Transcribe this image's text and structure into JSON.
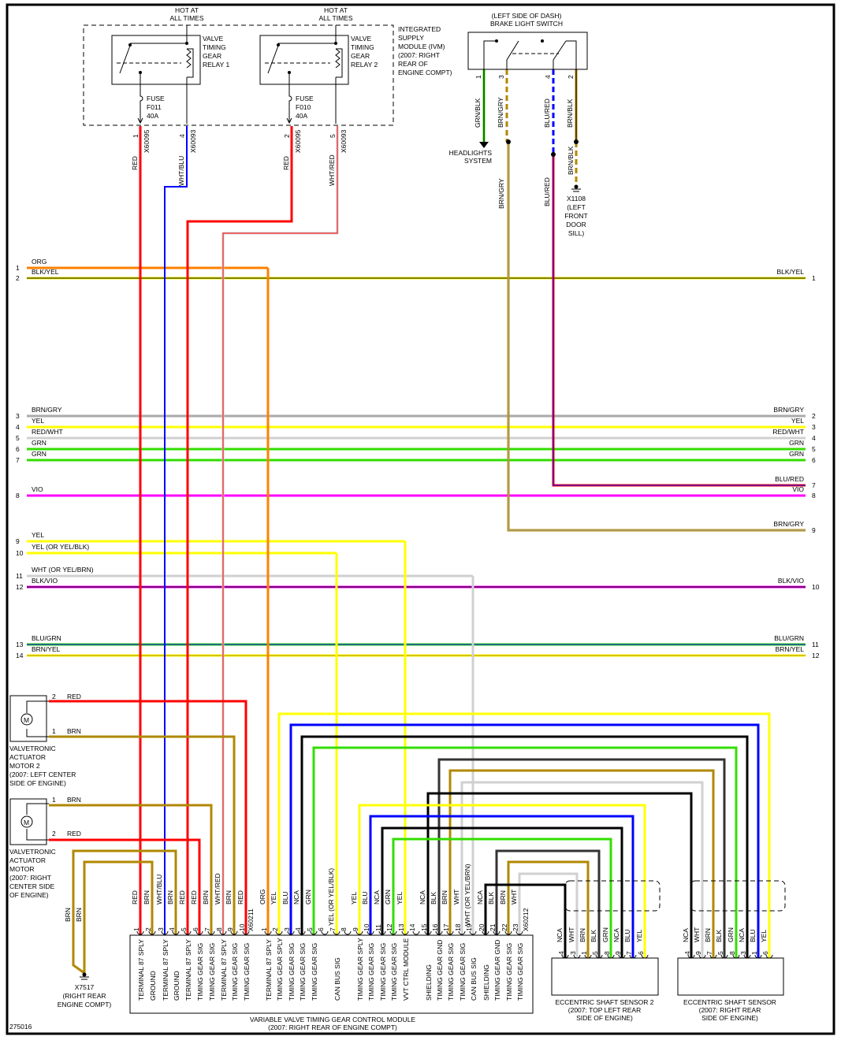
{
  "diagram_id": "275016",
  "colors": {
    "RED": "#ff0000",
    "BLU": "#0000ff",
    "ORG": "#ff8000",
    "YEL": "#ffff00",
    "GRN": "#33dd00",
    "BLK": "#000000",
    "BRN": "#b08800",
    "GRY": "#aaaaaa",
    "WHT": "#d0d0d0",
    "VIO": "#ff00ff",
    "DKG": "#333333"
  },
  "top": {
    "hot1": [
      "HOT AT",
      "ALL TIMES"
    ],
    "hot2": [
      "HOT AT",
      "ALL TIMES"
    ],
    "relay1": [
      "VALVE",
      "TIMING",
      "GEAR",
      "RELAY 1"
    ],
    "relay2": [
      "VALVE",
      "TIMING",
      "GEAR",
      "RELAY 2"
    ],
    "fuse1": [
      "FUSE",
      "F011",
      "40A"
    ],
    "fuse2": [
      "FUSE",
      "F010",
      "40A"
    ],
    "ism": [
      "INTEGRATED",
      "SUPPLY",
      "MODULE (IVM)",
      "(2007: RIGHT",
      "REAR OF",
      "ENGINE COMPT)"
    ],
    "pins": [
      {
        "pin": "1",
        "conn": "X60095",
        "wire": "RED"
      },
      {
        "pin": "4",
        "conn": "X60093",
        "wire": "WHT/BLU"
      },
      {
        "pin": "2",
        "conn": "X60095",
        "wire": "RED"
      },
      {
        "pin": "5",
        "conn": "X60093",
        "wire": "WHT/RED"
      }
    ]
  },
  "brake_switch": {
    "title": [
      "(LEFT SIDE OF DASH)",
      "BRAKE LIGHT SWITCH"
    ],
    "pins": [
      {
        "pin": "1",
        "wire": "GRN/BLK"
      },
      {
        "pin": "3",
        "wire": "BRN/GRY"
      },
      {
        "pin": "4",
        "wire": "BLU/RED"
      },
      {
        "pin": "2",
        "wire": "BRN/BLK"
      }
    ],
    "headlights": [
      "HEADLIGHTS",
      "SYSTEM"
    ],
    "lower_wires": [
      "BRN/GRY",
      "BLU/RED",
      "BRN/BLK"
    ],
    "ground": [
      "X1108",
      "(LEFT",
      "FRONT",
      "DOOR",
      "SILL)"
    ]
  },
  "left_bus": [
    {
      "num": "1",
      "label": "ORG"
    },
    {
      "num": "2",
      "label": "BLK/YEL"
    },
    {
      "num": "3",
      "label": "BRN/GRY"
    },
    {
      "num": "4",
      "label": "YEL"
    },
    {
      "num": "5",
      "label": "RED/WHT"
    },
    {
      "num": "6",
      "label": "GRN"
    },
    {
      "num": "7",
      "label": "GRN"
    },
    {
      "num": "8",
      "label": "VIO"
    },
    {
      "num": "9",
      "label": "YEL"
    },
    {
      "num": "10",
      "label": "YEL (OR YEL/BLK)"
    },
    {
      "num": "11",
      "label": "WHT (OR YEL/BRN)"
    },
    {
      "num": "12",
      "label": "BLK/VIO"
    },
    {
      "num": "13",
      "label": "BLU/GRN"
    },
    {
      "num": "14",
      "label": "BRN/YEL"
    }
  ],
  "right_bus": [
    {
      "num": "1",
      "label": "BLK/YEL"
    },
    {
      "num": "2",
      "label": "BRN/GRY"
    },
    {
      "num": "3",
      "label": "YEL"
    },
    {
      "num": "4",
      "label": "RED/WHT"
    },
    {
      "num": "5",
      "label": "GRN"
    },
    {
      "num": "6",
      "label": "GRN"
    },
    {
      "num": "7",
      "label": "BLU/RED"
    },
    {
      "num": "8",
      "label": "VIO"
    },
    {
      "num": "9",
      "label": "BRN/GRY"
    },
    {
      "num": "10",
      "label": "BLK/VIO"
    },
    {
      "num": "11",
      "label": "BLU/GRN"
    },
    {
      "num": "12",
      "label": "BRN/YEL"
    }
  ],
  "motor2": {
    "label": [
      "VALVETRONIC",
      "ACTUATOR",
      "MOTOR 2",
      "(2007: LEFT CENTER",
      "SIDE OF ENGINE)"
    ],
    "pins": [
      {
        "pin": "2",
        "wire": "RED"
      },
      {
        "pin": "1",
        "wire": "BRN"
      }
    ]
  },
  "motor1": {
    "label": [
      "VALVETRONIC",
      "ACTUATOR",
      "MOTOR",
      "(2007: RIGHT",
      "CENTER SIDE",
      "OF ENGINE)"
    ],
    "pins": [
      {
        "pin": "1",
        "wire": "BRN"
      },
      {
        "pin": "2",
        "wire": "RED"
      }
    ]
  },
  "ground_x7517": {
    "wires": [
      "BRN",
      "BRN"
    ],
    "label": [
      "X7517",
      "(RIGHT REAR",
      "ENGINE COMPT)"
    ]
  },
  "module": {
    "title": [
      "VARIABLE VALVE TIMING GEAR CONTROL MODULE",
      "(2007: RIGHT REAR OF ENGINE COMPT)"
    ],
    "conn_a": "X60211",
    "conn_b": "X60212",
    "pins_a": [
      {
        "pin": "1",
        "wire": "RED",
        "func": "TERMINAL 87 SPLY"
      },
      {
        "pin": "2",
        "wire": "BRN",
        "func": "GROUND"
      },
      {
        "pin": "3",
        "wire": "WHT/BLU",
        "func": "TERMINAL 87 SPLY"
      },
      {
        "pin": "4",
        "wire": "BRN",
        "func": "GROUND"
      },
      {
        "pin": "5",
        "wire": "RED",
        "func": "TERMINAL 87 SPLY"
      },
      {
        "pin": "6",
        "wire": "RED",
        "func": "TIMING GEAR SIG"
      },
      {
        "pin": "7",
        "wire": "BRN",
        "func": "TIMING GEAR SIG"
      },
      {
        "pin": "8",
        "wire": "WHT/RED",
        "func": "TERMINAL 87 SPLY"
      },
      {
        "pin": "9",
        "wire": "BRN",
        "func": "TIMING GEAR SIG"
      },
      {
        "pin": "10",
        "wire": "RED",
        "func": "TIMING GEAR SIG"
      }
    ],
    "pins_b": [
      {
        "pin": "1",
        "wire": "ORG",
        "func": "TERMINAL 87 SPLY"
      },
      {
        "pin": "2",
        "wire": "YEL",
        "func": "TIMING GEAR SPLY"
      },
      {
        "pin": "3",
        "wire": "BLU",
        "func": "TIMING GEAR SIG"
      },
      {
        "pin": "4",
        "wire": "NCA",
        "func": "TIMING GEAR SIG"
      },
      {
        "pin": "5",
        "wire": "GRN",
        "func": "TIMING GEAR SIG"
      },
      {
        "pin": "6",
        "wire": "",
        "func": ""
      },
      {
        "pin": "7",
        "wire": "YEL (OR YEL/BLK)",
        "func": "CAN BUS SIG"
      },
      {
        "pin": "8",
        "wire": "",
        "func": ""
      },
      {
        "pin": "9",
        "wire": "YEL",
        "func": "TIMING GEAR SPLY"
      },
      {
        "pin": "10",
        "wire": "BLU",
        "func": "TIMING GEAR SIG"
      },
      {
        "pin": "11",
        "wire": "NCA",
        "func": "TIMING GEAR SIG"
      },
      {
        "pin": "12",
        "wire": "GRN",
        "func": "TIMING GEAR SIG"
      },
      {
        "pin": "13",
        "wire": "YEL",
        "func": "VVT CTRL MODULE"
      },
      {
        "pin": "14",
        "wire": "",
        "func": ""
      },
      {
        "pin": "15",
        "wire": "NCA",
        "func": "SHIELDING"
      },
      {
        "pin": "16",
        "wire": "BLK",
        "func": "TIMING GEAR GND"
      },
      {
        "pin": "17",
        "wire": "BRN",
        "func": "TIMING GEAR SIG"
      },
      {
        "pin": "18",
        "wire": "WHT",
        "func": "TIMING GEAR SIG"
      },
      {
        "pin": "19",
        "wire": "WHT (OR YEL/BRN)",
        "func": "CAN BUS SIG"
      },
      {
        "pin": "20",
        "wire": "NCA",
        "func": "SHIELDING"
      },
      {
        "pin": "21",
        "wire": "BLK",
        "func": "TIMING GEAR GND"
      },
      {
        "pin": "22",
        "wire": "BRN",
        "func": "TIMING GEAR SIG"
      },
      {
        "pin": "23",
        "wire": "WHT",
        "func": "TIMING GEAR SIG"
      }
    ]
  },
  "sensor2": {
    "label": [
      "ECCENTRIC SHAFT SENSOR 2",
      "(2007: TOP LEFT REAR",
      "SIDE OF ENGINE)"
    ],
    "pins": [
      {
        "pin": "4",
        "wire": "NCA"
      },
      {
        "pin": "3",
        "wire": "WHT"
      },
      {
        "pin": "1",
        "wire": "BRN"
      },
      {
        "pin": "5",
        "wire": "BLK"
      },
      {
        "pin": "8",
        "wire": "GRN"
      },
      {
        "pin": "9",
        "wire": "NCA"
      },
      {
        "pin": "7",
        "wire": "BLU"
      },
      {
        "pin": "6",
        "wire": "YEL"
      }
    ]
  },
  "sensor1": {
    "label": [
      "ECCENTRIC SHAFT SENSOR",
      "(2007: RIGHT REAR",
      "SIDE OF ENGINE)"
    ],
    "pins": [
      {
        "pin": "4",
        "wire": "NCA"
      },
      {
        "pin": "9",
        "wire": "WHT"
      },
      {
        "pin": "7",
        "wire": "BRN"
      },
      {
        "pin": "5",
        "wire": "BLK"
      },
      {
        "pin": "8",
        "wire": "GRN"
      },
      {
        "pin": "3",
        "wire": "NCA"
      },
      {
        "pin": "1",
        "wire": "BLU"
      },
      {
        "pin": "6",
        "wire": "YEL"
      }
    ]
  }
}
